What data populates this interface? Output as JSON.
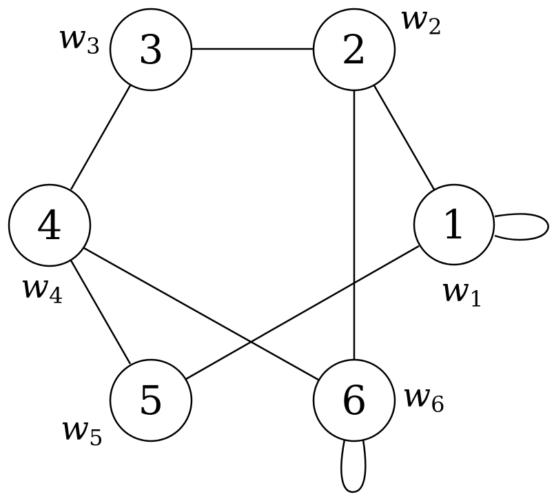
{
  "graph": {
    "nodes": [
      {
        "id": "1",
        "label": "1",
        "weight_base": "w",
        "weight_sub": "1"
      },
      {
        "id": "2",
        "label": "2",
        "weight_base": "w",
        "weight_sub": "2"
      },
      {
        "id": "3",
        "label": "3",
        "weight_base": "w",
        "weight_sub": "3"
      },
      {
        "id": "4",
        "label": "4",
        "weight_base": "w",
        "weight_sub": "4"
      },
      {
        "id": "5",
        "label": "5",
        "weight_base": "w",
        "weight_sub": "5"
      },
      {
        "id": "6",
        "label": "6",
        "weight_base": "w",
        "weight_sub": "6"
      }
    ],
    "edges": [
      {
        "from": "3",
        "to": "2"
      },
      {
        "from": "3",
        "to": "4"
      },
      {
        "from": "2",
        "to": "1"
      },
      {
        "from": "2",
        "to": "6"
      },
      {
        "from": "4",
        "to": "5"
      },
      {
        "from": "4",
        "to": "6"
      },
      {
        "from": "1",
        "to": "5"
      }
    ],
    "self_loops": [
      "1",
      "6"
    ]
  }
}
